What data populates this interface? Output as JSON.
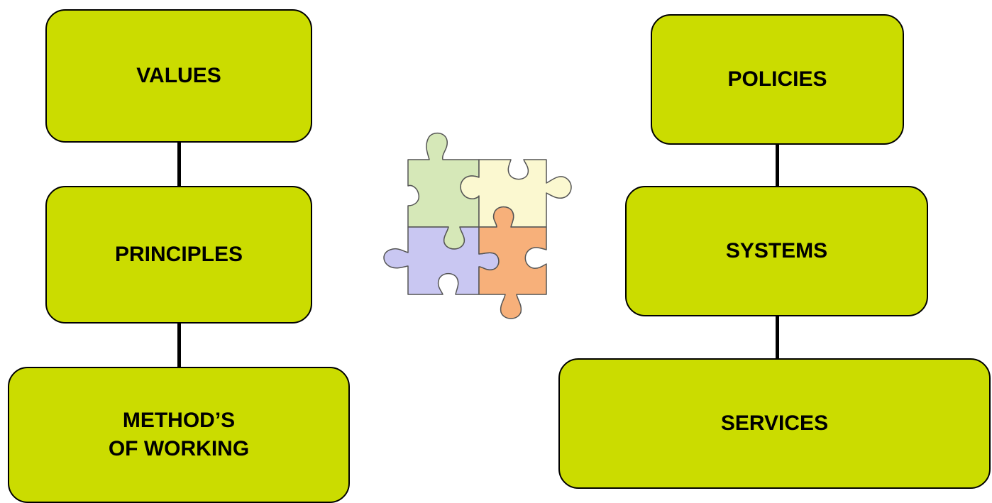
{
  "colors": {
    "box_fill": "#cbdc00",
    "box_border": "#000000",
    "connector": "#000000",
    "puzzle_green": "#d6e8b8",
    "puzzle_yellow": "#fbf8d0",
    "puzzle_blue": "#c9c7f2",
    "puzzle_orange": "#f7b07a"
  },
  "left_column": {
    "values_label": "VALUES",
    "principles_label": "PRINCIPLES",
    "method_label": "METHOD’S\nOF WORKING"
  },
  "right_column": {
    "policies_label": "POLICIES",
    "systems_label": "SYSTEMS",
    "services_label": "SERVICES"
  },
  "center_graphic": {
    "icon": "puzzle-pieces-icon"
  }
}
